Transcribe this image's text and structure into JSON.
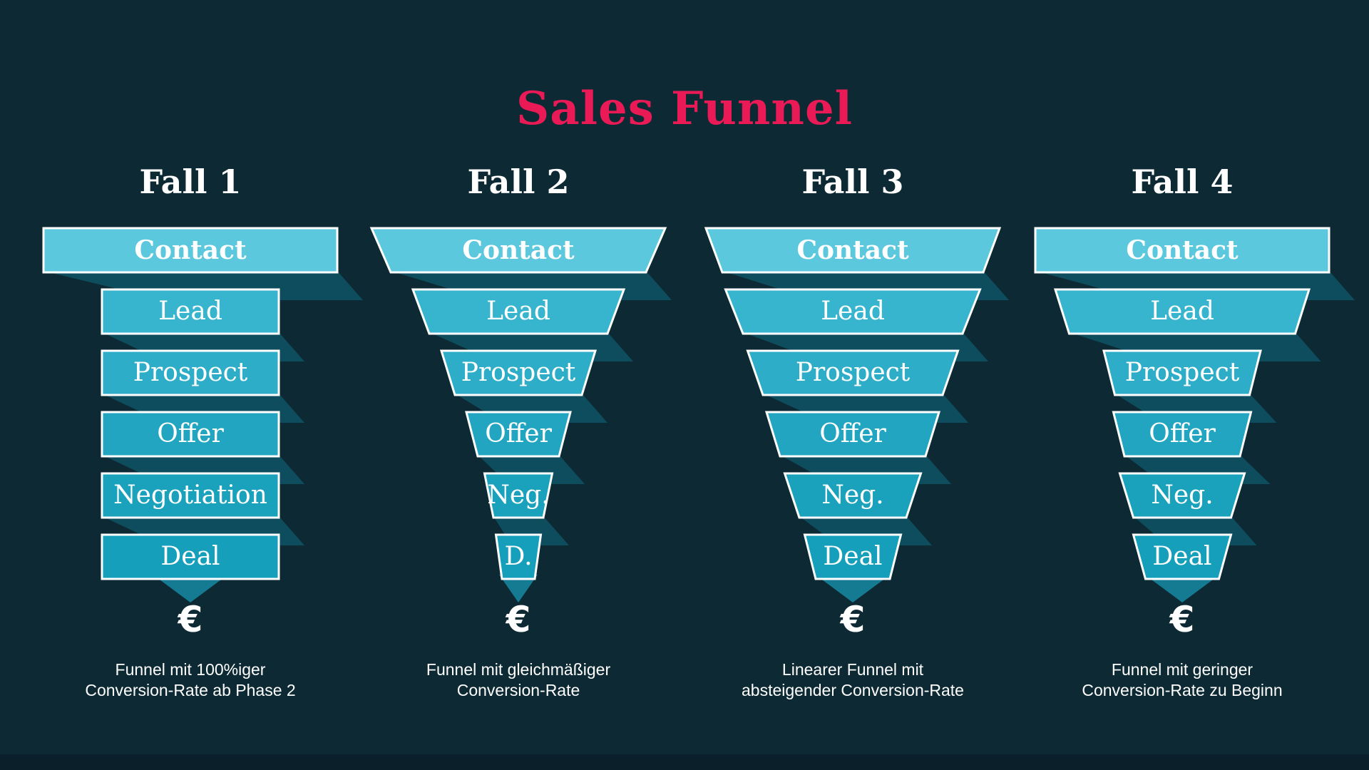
{
  "title": "Sales Funnel",
  "colors": {
    "background": "#0d2a34",
    "title": "#e91a56",
    "heading_text": "#ffffff",
    "stage_label_text": "#ffffff",
    "stage_border": "#ffffff",
    "stage_fills": [
      "#5cc8dd",
      "#38b5ce",
      "#2dadc7",
      "#22a5c0",
      "#1aa1bc",
      "#159fba"
    ],
    "ribbon_shadow": "#0e4d5e",
    "funnel_tip_arrow": "#147b93",
    "caption_text": "#ffffff",
    "bottom_strip": "#0a1f29"
  },
  "funnels": [
    {
      "heading": "Fall 1",
      "caption_lines": [
        "Funnel mit 100%iger",
        "Conversion-Rate ab Phase 2"
      ],
      "currency_symbol": "€",
      "stages": [
        {
          "label": "Contact",
          "top_width": 412,
          "bottom_width": 412
        },
        {
          "label": "Lead",
          "top_width": 248,
          "bottom_width": 248
        },
        {
          "label": "Prospect",
          "top_width": 248,
          "bottom_width": 248
        },
        {
          "label": "Offer",
          "top_width": 248,
          "bottom_width": 248
        },
        {
          "label": "Negotiation",
          "top_width": 248,
          "bottom_width": 248
        },
        {
          "label": "Deal",
          "top_width": 248,
          "bottom_width": 248
        }
      ]
    },
    {
      "heading": "Fall 2",
      "caption_lines": [
        "Funnel mit gleichmäßiger",
        "Conversion-Rate"
      ],
      "currency_symbol": "€",
      "stages": [
        {
          "label": "Contact",
          "top_width": 412,
          "bottom_width": 358
        },
        {
          "label": "Lead",
          "top_width": 296,
          "bottom_width": 250
        },
        {
          "label": "Prospect",
          "top_width": 216,
          "bottom_width": 178
        },
        {
          "label": "Offer",
          "top_width": 146,
          "bottom_width": 114
        },
        {
          "label": "Neg.",
          "top_width": 95,
          "bottom_width": 70
        },
        {
          "label": "D.",
          "top_width": 63,
          "bottom_width": 46
        }
      ]
    },
    {
      "heading": "Fall 3",
      "caption_lines": [
        "Linearer Funnel mit",
        "absteigender Conversion-Rate"
      ],
      "currency_symbol": "€",
      "stages": [
        {
          "label": "Contact",
          "top_width": 412,
          "bottom_width": 366
        },
        {
          "label": "Lead",
          "top_width": 357,
          "bottom_width": 308
        },
        {
          "label": "Prospect",
          "top_width": 295,
          "bottom_width": 252
        },
        {
          "label": "Offer",
          "top_width": 242,
          "bottom_width": 204
        },
        {
          "label": "Neg.",
          "top_width": 191,
          "bottom_width": 150
        },
        {
          "label": "Deal",
          "top_width": 135,
          "bottom_width": 104
        }
      ]
    },
    {
      "heading": "Fall 4",
      "caption_lines": [
        "Funnel mit geringer",
        "Conversion-Rate zu Beginn"
      ],
      "currency_symbol": "€",
      "stages": [
        {
          "label": "Contact",
          "top_width": 412,
          "bottom_width": 412
        },
        {
          "label": "Lead",
          "top_width": 356,
          "bottom_width": 317
        },
        {
          "label": "Prospect",
          "top_width": 220,
          "bottom_width": 189
        },
        {
          "label": "Offer",
          "top_width": 193,
          "bottom_width": 162
        },
        {
          "label": "Neg.",
          "top_width": 175,
          "bottom_width": 137
        },
        {
          "label": "Deal",
          "top_width": 137,
          "bottom_width": 103
        }
      ]
    }
  ],
  "chart_data": {
    "type": "funnel",
    "title": "Sales Funnel",
    "stages": [
      "Contact",
      "Lead",
      "Prospect",
      "Offer",
      "Negotiation",
      "Deal"
    ],
    "series": [
      {
        "name": "Fall 1",
        "description": "Funnel mit 100%iger Conversion-Rate ab Phase 2",
        "relative_widths_pct": [
          100,
          60,
          60,
          60,
          60,
          60
        ]
      },
      {
        "name": "Fall 2",
        "description": "Funnel mit gleichmäßiger Conversion-Rate",
        "relative_widths_pct": [
          100,
          72,
          52,
          35,
          23,
          15
        ]
      },
      {
        "name": "Fall 3",
        "description": "Linearer Funnel mit absteigender Conversion-Rate",
        "relative_widths_pct": [
          100,
          87,
          72,
          59,
          46,
          33
        ]
      },
      {
        "name": "Fall 4",
        "description": "Funnel mit geringer Conversion-Rate zu Beginn",
        "relative_widths_pct": [
          100,
          86,
          53,
          47,
          42,
          33
        ]
      }
    ],
    "legend_position": "none",
    "grid": false
  }
}
